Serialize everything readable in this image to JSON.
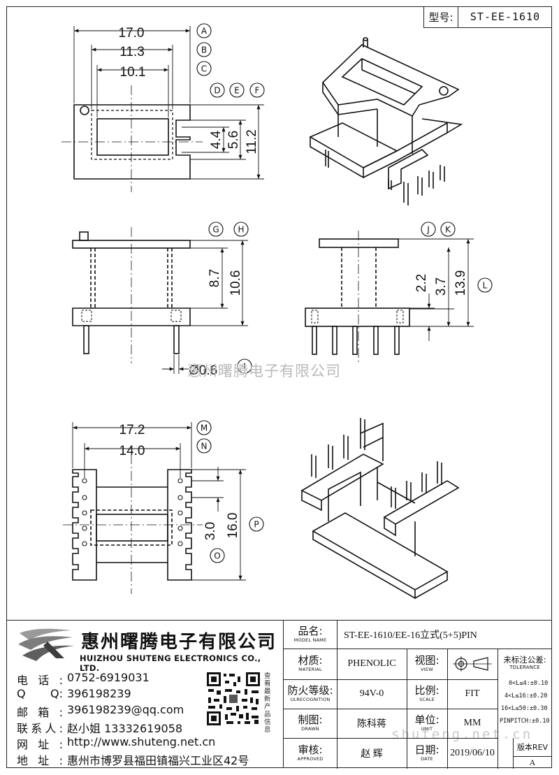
{
  "model_type": {
    "label": "型号:",
    "value": "ST-EE-1610"
  },
  "dimensions": {
    "A": "17.0",
    "B": "11.3",
    "C": "10.1",
    "D": "4.4",
    "E": "5.6",
    "F": "11.2",
    "G": "8.7",
    "H": "10.6",
    "I": "Ø0.6",
    "J": "2.2",
    "K": "3.7",
    "L": "13.9",
    "M": "17.2",
    "N": "14.0",
    "O": "3.0",
    "P": "16.0"
  },
  "dimension_letters": [
    "A",
    "B",
    "C",
    "D",
    "E",
    "F",
    "G",
    "H",
    "I",
    "J",
    "K",
    "L",
    "M",
    "N",
    "O",
    "P"
  ],
  "watermark": "惠州曙腾电子有限公司",
  "watermark_url": "shuteng.net.cn",
  "company": {
    "name_cn": "惠州曙腾电子有限公司",
    "name_en": "HUIZHOU SHUTENG ELECTRONICS CO., LTD.",
    "contacts": [
      {
        "key": "电话:",
        "value": "0752-6919031"
      },
      {
        "key": "Q Q:",
        "value": "396198239"
      },
      {
        "key": "邮箱:",
        "value": "396198239@qq.com"
      },
      {
        "key": "联系人:",
        "value": "赵小姐 13332619058"
      },
      {
        "key": "网址:",
        "value": "http://www.shuteng.net.cn"
      },
      {
        "key": "地址:",
        "value": "惠州市博罗县福田镇福兴工业区42号"
      }
    ],
    "qr_caption": "查看最新产品信息"
  },
  "title_block": {
    "model_name": {
      "cn": "品名:",
      "en": "MODEL NAME",
      "value": "ST-EE-1610/EE-16立式(5+5)PIN"
    },
    "material": {
      "cn": "材质:",
      "en": "MATERIAL",
      "value": "PHENOLIC"
    },
    "view": {
      "cn": "视图:",
      "en": "VIEW"
    },
    "tolerance_title": {
      "cn": "未标注公差:",
      "en": "TOLERANCE"
    },
    "tolerance_rows": [
      "0<L≤4:±0.10",
      "4<L≤16:±0.20",
      "16<L≤50:±0.30",
      "PINPITCH:±0.10"
    ],
    "flammability": {
      "cn": "防火等级:",
      "en": "ULRECOGNITION",
      "value": "94V-0"
    },
    "scale": {
      "cn": "比例:",
      "en": "SCALE",
      "value": "FIT"
    },
    "drawn": {
      "cn": "制图:",
      "en": "DRAWN",
      "value": "陈科蒋"
    },
    "unit": {
      "cn": "单位:",
      "en": "UNIT",
      "value": "MM"
    },
    "approved": {
      "cn": "审核:",
      "en": "APPROVED",
      "value": "赵 辉"
    },
    "date": {
      "cn": "日期:",
      "en": "DATE",
      "value": "2019/06/10"
    },
    "revision": {
      "cn": "版本REV",
      "value": "A"
    }
  }
}
